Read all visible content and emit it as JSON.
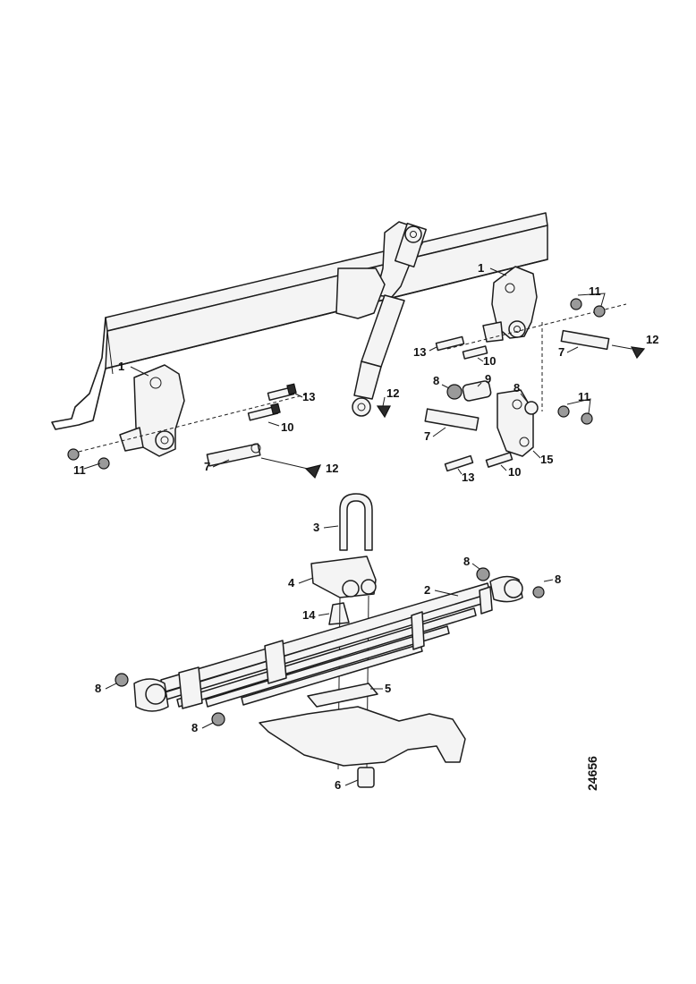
{
  "reference_number": "24656",
  "callouts": {
    "frame_bracket_rear": "1",
    "frame_bracket_front": "1",
    "leaf_spring": "2",
    "u_bolt": "3",
    "spring_saddle": "4",
    "spring_pad": "5",
    "bump_stop_lower": "6",
    "pin_left": "7",
    "pin_right_upper": "7",
    "pin_right_lower": "7",
    "bushing_eye_front_a": "8",
    "bushing_eye_front_b": "8",
    "bushing_eye_rear_a": "8",
    "bushing_eye_rear_b": "8",
    "bushing_shackle_a": "8",
    "bushing_shackle_b": "8",
    "sleeve_shackle": "9",
    "bolt_left": "10",
    "bolt_right_upper": "10",
    "bolt_right_lower": "10",
    "nut_left": "11",
    "nut_right_upper": "11",
    "nut_right_lower": "11",
    "grease_left": "12",
    "grease_right_upper": "12",
    "grease_shock": "12",
    "screw_left": "13",
    "screw_right_upper": "13",
    "screw_right_lower": "13",
    "bump_stop_upper": "14",
    "shackle": "15"
  }
}
